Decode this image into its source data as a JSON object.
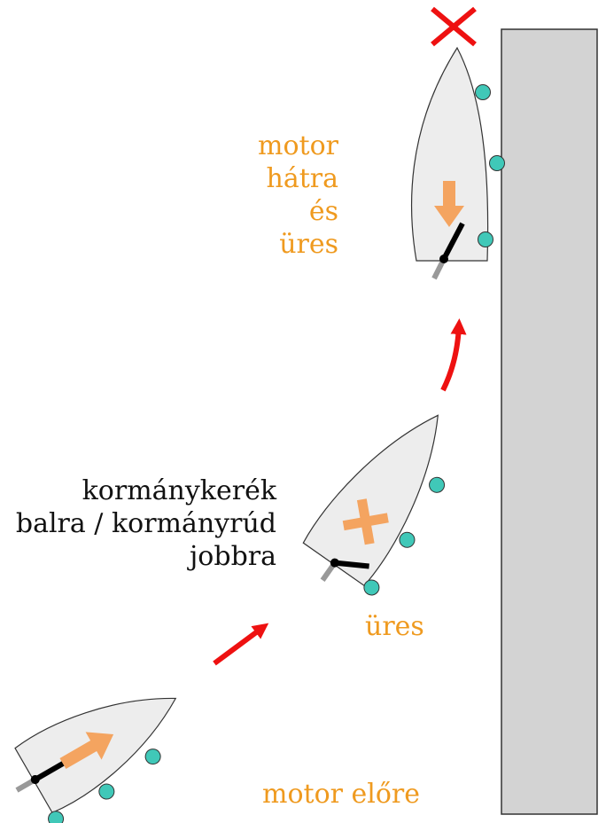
{
  "labels": {
    "reverse_lines": [
      "motor",
      "hátra",
      "és",
      "üres"
    ],
    "wheel_lines": [
      "kormánykerék",
      "balra / kormányrúd",
      "jobbra"
    ],
    "neutral": "üres",
    "forward": "motor előre"
  },
  "colors": {
    "pier": "#d3d3d3",
    "hull": "#ededed",
    "fender": "#40c8b8",
    "path_arrow": "#ee1111",
    "motor_indicator": "#f4a460",
    "label_orange": "#ef9a1f",
    "label_black": "#111111",
    "tiller": "#000000",
    "rudder": "#999999"
  },
  "icons": {
    "forward": "arrow-forward-icon",
    "neutral": "cross-icon",
    "reverse": "arrow-back-icon",
    "collision": "x-mark-icon"
  }
}
